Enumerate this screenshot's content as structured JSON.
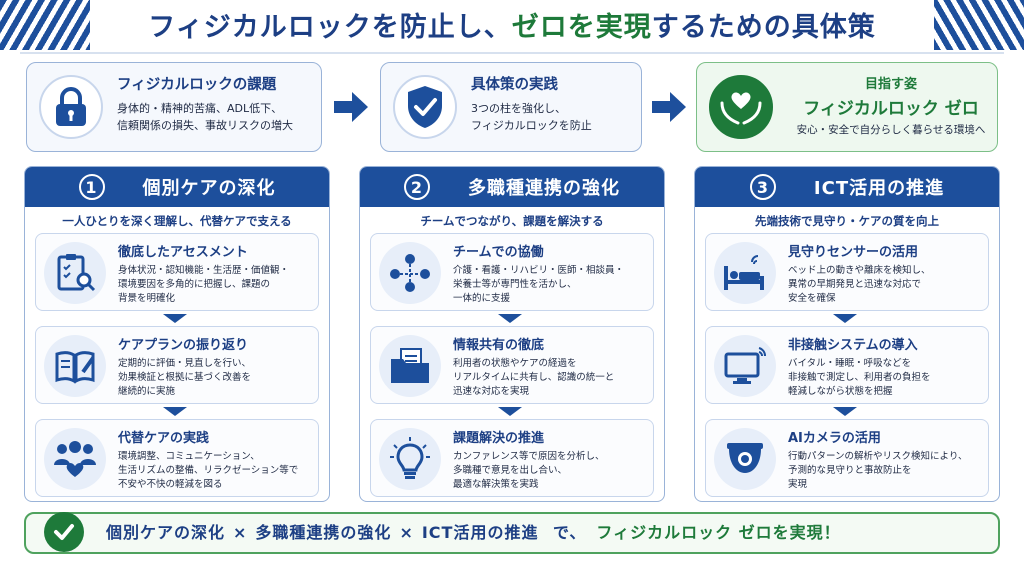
{
  "title": {
    "part1": "フィジカルロックを防止し、",
    "part2_green": "ゼロを実現",
    "part3": "するための具体策"
  },
  "top": {
    "problem": {
      "icon": "padlock-icon",
      "heading": "フィジカルロックの課題",
      "lines": [
        "身体的・精神的苦痛、ADL低下、",
        "信頼関係の損失、事故リスクの増大"
      ]
    },
    "action": {
      "icon": "shield-check-icon",
      "heading": "具体策の実践",
      "lines": [
        "3つの柱を強化し、",
        "フィジカルロックを防止"
      ]
    },
    "goal": {
      "icon": "hands-heart-icon",
      "heading": "目指す姿",
      "heading2": "フィジカルロック ゼロ",
      "line": "安心・安全で自分らしく暮らせる環境へ"
    }
  },
  "columns": [
    {
      "num": "1",
      "title": "個別ケアの深化",
      "subtitle": "一人ひとりを深く理解し、代替ケアで支える",
      "items": [
        {
          "icon": "clipboard-search-icon",
          "heading": "徹底したアセスメント",
          "lines": [
            "身体状況・認知機能・生活歴・価値観・",
            "環境要因を多角的に把握し、課題の",
            "背景を明確化"
          ]
        },
        {
          "icon": "notebook-pen-icon",
          "heading": "ケアプランの振り返り",
          "lines": [
            "定期的に評価・見直しを行い、",
            "効果検証と根拠に基づく改善を",
            "継続的に実施"
          ]
        },
        {
          "icon": "people-heart-icon",
          "heading": "代替ケアの実践",
          "lines": [
            "環境調整、コミュニケーション、",
            "生活リズムの整備、リラクゼーション等で",
            "不安や不快の軽減を図る"
          ]
        }
      ]
    },
    {
      "num": "2",
      "title": "多職種連携の強化",
      "subtitle": "チームでつながり、課題を解決する",
      "items": [
        {
          "icon": "team-network-icon",
          "heading": "チームでの協働",
          "lines": [
            "介護・看護・リハビリ・医師・相談員・",
            "栄養士等が専門性を活かし、",
            "一体的に支援"
          ]
        },
        {
          "icon": "folder-documents-icon",
          "heading": "情報共有の徹底",
          "lines": [
            "利用者の状態やケアの経過を",
            "リアルタイムに共有し、認識の統一と",
            "迅速な対応を実現"
          ]
        },
        {
          "icon": "lightbulb-icon",
          "heading": "課題解決の推進",
          "lines": [
            "カンファレンス等で原因を分析し、",
            "多職種で意見を出し合い、",
            "最適な解決策を実践"
          ]
        }
      ]
    },
    {
      "num": "3",
      "title": "ICT活用の推進",
      "subtitle": "先端技術で見守り・ケアの質を向上",
      "items": [
        {
          "icon": "bed-sensor-icon",
          "heading": "見守りセンサーの活用",
          "lines": [
            "ベッド上の動きや離床を検知し、",
            "異常の早期発見と迅速な対応で",
            "安全を確保"
          ]
        },
        {
          "icon": "monitor-signal-icon",
          "heading": "非接触システムの導入",
          "lines": [
            "バイタル・睡眠・呼吸などを",
            "非接触で測定し、利用者の負担を",
            "軽減しながら状態を把握"
          ]
        },
        {
          "icon": "dome-camera-icon",
          "heading": "AIカメラの活用",
          "lines": [
            "行動パターンの解析やリスク検知により、",
            "予測的な見守りと事故防止を",
            "実現"
          ]
        }
      ]
    }
  ],
  "bottom": {
    "icon": "check-circle-icon",
    "part1": "個別ケアの深化",
    "x1": "×",
    "part2": "多職種連携の強化",
    "x2": "×",
    "part3": "ICT活用の推進",
    "part4": "で、",
    "part5_green": "フィジカルロック ゼロを実現！"
  },
  "colors": {
    "navy": "#1d4f9c",
    "green": "#1e7a3a",
    "light_blue": "#e7eef9"
  }
}
